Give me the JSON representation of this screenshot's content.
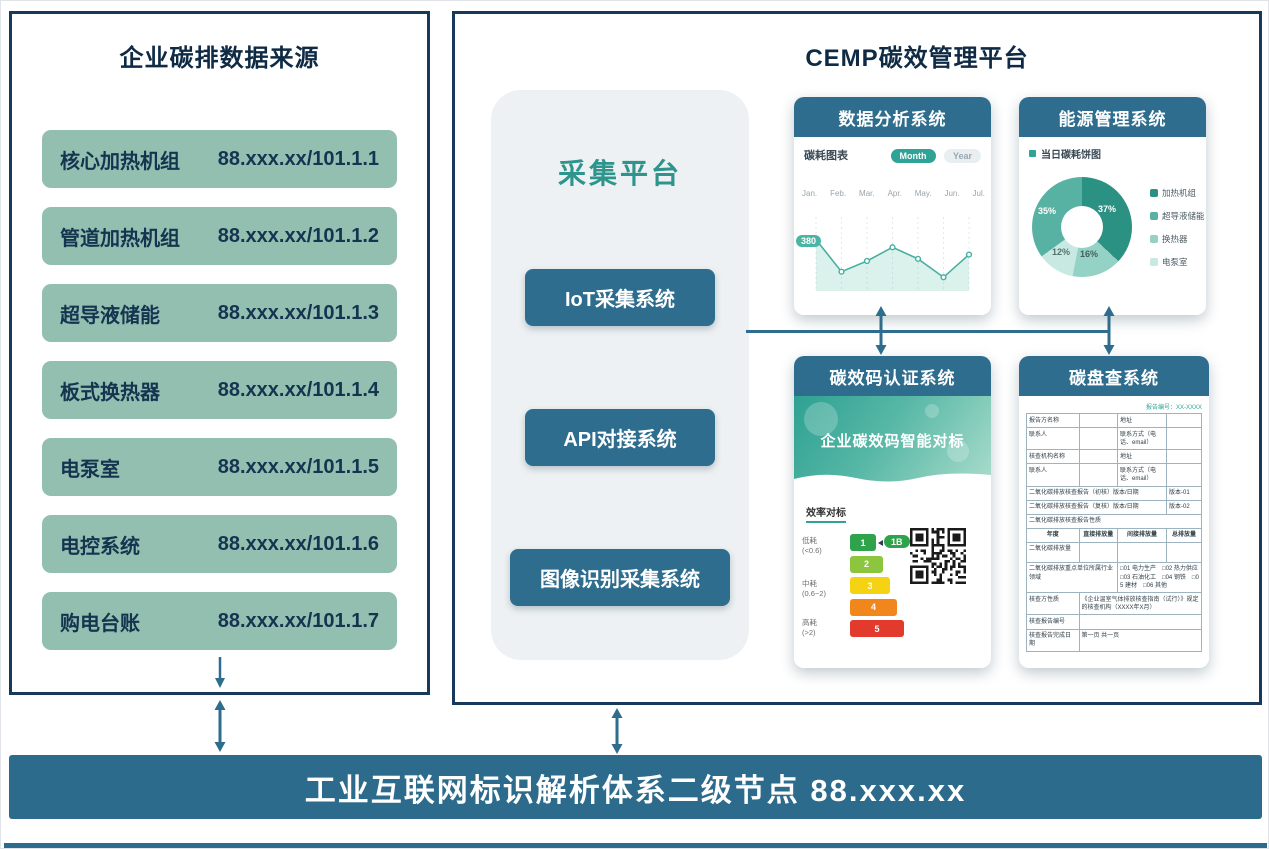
{
  "colors": {
    "header_teal": "#2E6D8D",
    "item_green": "#93BFB1",
    "navy_border": "#17395B",
    "chart_teal": "#46B0A0"
  },
  "left_panel": {
    "title": "企业碳排数据来源",
    "items": [
      {
        "label": "核心加热机组",
        "code": "88.xxx.xx/101.1.1"
      },
      {
        "label": "管道加热机组",
        "code": "88.xxx.xx/101.1.2"
      },
      {
        "label": "超导液储能",
        "code": "88.xxx.xx/101.1.3"
      },
      {
        "label": "板式换热器",
        "code": "88.xxx.xx/101.1.4"
      },
      {
        "label": "电泵室",
        "code": "88.xxx.xx/101.1.5"
      },
      {
        "label": "电控系统",
        "code": "88.xxx.xx/101.1.6"
      },
      {
        "label": "购电台账",
        "code": "88.xxx.xx/101.1.7"
      }
    ]
  },
  "right_panel": {
    "title": "CEMP碳效管理平台",
    "collection": {
      "title": "采集平台",
      "buttons": [
        "IoT采集系统",
        "API对接系统",
        "图像识别采集系统"
      ]
    },
    "data_analysis": {
      "header": "数据分析系统",
      "chart_title": "碳耗图表",
      "toggle_month": "Month",
      "toggle_year": "Year",
      "months": [
        "Jan.",
        "Feb.",
        "Mar.",
        "Apr.",
        "May.",
        "Jun.",
        "Jul."
      ],
      "y_badge": "380"
    },
    "energy": {
      "header": "能源管理系统",
      "chart_title": "当日碳耗饼图",
      "slices": [
        {
          "label": "加热机组",
          "pct": "37%"
        },
        {
          "label": "超导液储能",
          "pct": "35%"
        },
        {
          "label": "换热器",
          "pct": "16%"
        },
        {
          "label": "电泵室",
          "pct": "12%"
        }
      ]
    },
    "carbon_code": {
      "header": "碳效码认证系统",
      "banner": "企业碳效码智能对标",
      "section": "效率对标",
      "badge": "1B",
      "levels": [
        {
          "num": "1",
          "color": "#2FA24C"
        },
        {
          "num": "2",
          "color": "#8CC63E"
        },
        {
          "num": "3",
          "color": "#F5D312"
        },
        {
          "num": "4",
          "color": "#F0861C"
        },
        {
          "num": "5",
          "color": "#E23A2C"
        }
      ],
      "scale": [
        {
          "t1": "低耗",
          "t2": "(<0.6)"
        },
        {
          "t1": "中耗",
          "t2": "(0.6~2)"
        },
        {
          "t1": "高耗",
          "t2": "(>2)"
        }
      ]
    },
    "inventory": {
      "header": "碳盘查系统",
      "doc_no": "报告编号：XX-XXXX",
      "rows": [
        [
          "报告方名称",
          "",
          "地址",
          ""
        ],
        [
          "联系人",
          "",
          {
            "t": "联系方式（电话、email）"
          },
          ""
        ],
        [
          "核查机构名称",
          "",
          "地址",
          ""
        ],
        [
          "联系人",
          "",
          {
            "t": "联系方式（电话、email）"
          },
          ""
        ],
        [
          {
            "t": "二氧化碳排放核查报告（初核）版本/日期",
            "c": 3
          },
          {
            "t": "版本-01"
          }
        ],
        [
          {
            "t": "二氧化碳排放核查报告（复核）版本/日期",
            "c": 3
          },
          {
            "t": "版本-02"
          }
        ],
        [
          {
            "t": "二氧化碳排放核查报告性质",
            "c": 4,
            "h": 10
          }
        ],
        [
          {
            "t": "年度",
            "b": 1
          },
          {
            "t": "直接排放量",
            "b": 1
          },
          {
            "t": "间接排放量",
            "b": 1
          },
          {
            "t": "总排放量",
            "b": 1
          }
        ],
        [
          {
            "t": "二氧化碳排放量",
            "h": 20
          },
          "",
          "",
          ""
        ],
        [
          {
            "t": "二氧化碳排放重点单位所属行业领域",
            "c": 2,
            "h": 26
          },
          {
            "t": "□01 电力生产　□02 热力供应　□03 石油化工　□04 钢铁　□05 建材　□06 其他",
            "c": 2
          }
        ],
        [
          {
            "t": "核查方性质"
          },
          {
            "t": "《企业温室气体排放核查指南（试行）》规定的核查机构（XXXX年X月）",
            "c": 3
          }
        ],
        [
          {
            "t": "核查报告编号"
          },
          {
            "t": "",
            "c": 3
          }
        ],
        [
          {
            "t": "核查报告完成日期"
          },
          {
            "t": "第一页 共一页",
            "c": 3
          }
        ]
      ]
    }
  },
  "bottom_bar": {
    "text": "工业互联网标识解析体系二级节点 88.xxx.xx"
  },
  "chart_data": [
    {
      "type": "line",
      "title": "碳耗图表",
      "x": [
        "Jan.",
        "Feb.",
        "Mar.",
        "Apr.",
        "May.",
        "Jun.",
        "Jul."
      ],
      "series": [
        {
          "name": "碳耗",
          "values": [
            380,
            305,
            330,
            362,
            335,
            292,
            345
          ]
        }
      ],
      "toggle_options": [
        "Month",
        "Year"
      ],
      "selected_toggle": "Month",
      "grid": "dashed-vertical",
      "ylim": [
        260,
        400
      ]
    },
    {
      "type": "pie",
      "title": "当日碳耗饼图",
      "labels": [
        "加热机组",
        "超导液储能",
        "换热器",
        "电泵室"
      ],
      "values": [
        37,
        35,
        16,
        12
      ],
      "colors": [
        "#2B9183",
        "#57B2A3",
        "#93D2C5",
        "#C8E9E1"
      ],
      "order": [
        0,
        2,
        3,
        1
      ],
      "donut": true,
      "legend_position": "right"
    }
  ]
}
